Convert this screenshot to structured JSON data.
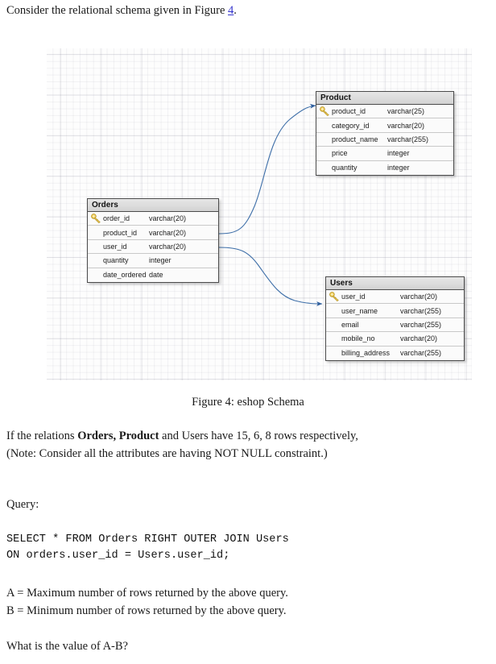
{
  "document": {
    "intro": {
      "before": "Consider the relational schema given in Figure ",
      "figure_link": "4",
      "after": "."
    },
    "caption": "Figure 4: eshop Schema",
    "relations_line_1_parts": {
      "a": "If the relations ",
      "b": "Orders, Product",
      "c": " and Users have 15, 6, 8 rows respectively,"
    },
    "relations_line_2": "(Note: Consider all the attributes are having NOT NULL constraint.)",
    "query_label": "Query:",
    "query_code": "SELECT * FROM Orders RIGHT OUTER JOIN Users\nON orders.user_id = Users.user_id;",
    "definition_a": "A = Maximum number of rows returned by the above query.",
    "definition_b": "B = Minimum number of rows returned by the above query.",
    "question": "What is the value of A-B?"
  },
  "diagram": {
    "colors": {
      "connector": "#3d6ea8",
      "header_bg": "#dcdcdc",
      "table_border": "#4c4c4c",
      "key_gold": "#e8c44a",
      "figure_link": "#3333cc"
    },
    "tables": [
      {
        "id": "orders",
        "name": "Orders",
        "attributes": [
          {
            "name": "order_id",
            "type": "varchar(20)",
            "key": true
          },
          {
            "name": "product_id",
            "type": "varchar(20)",
            "key": false
          },
          {
            "name": "user_id",
            "type": "varchar(20)",
            "key": false
          },
          {
            "name": "quantity",
            "type": "integer",
            "key": false
          },
          {
            "name": "date_ordered",
            "type": "date",
            "key": false
          }
        ]
      },
      {
        "id": "product",
        "name": "Product",
        "attributes": [
          {
            "name": "product_id",
            "type": "varchar(25)",
            "key": true
          },
          {
            "name": "category_id",
            "type": "varchar(20)",
            "key": false
          },
          {
            "name": "product_name",
            "type": "varchar(255)",
            "key": false
          },
          {
            "name": "price",
            "type": "integer",
            "key": false
          },
          {
            "name": "quantity",
            "type": "integer",
            "key": false
          }
        ]
      },
      {
        "id": "users",
        "name": "Users",
        "attributes": [
          {
            "name": "user_id",
            "type": "varchar(20)",
            "key": true
          },
          {
            "name": "user_name",
            "type": "varchar(255)",
            "key": false
          },
          {
            "name": "email",
            "type": "varchar(255)",
            "key": false
          },
          {
            "name": "mobile_no",
            "type": "varchar(20)",
            "key": false
          },
          {
            "name": "billing_address",
            "type": "varchar(255)",
            "key": false
          }
        ]
      }
    ],
    "relationships": [
      {
        "from": "Orders.product_id",
        "to": "Product.product_id"
      },
      {
        "from": "Orders.user_id",
        "to": "Users.user_id"
      }
    ]
  }
}
